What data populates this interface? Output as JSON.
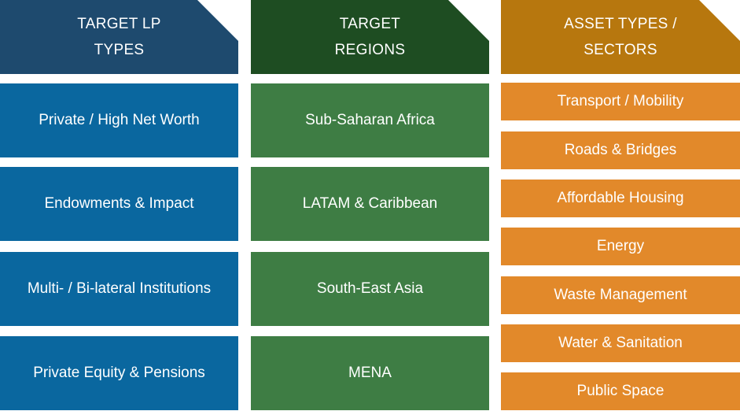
{
  "columns": [
    {
      "header": "TARGET LP\nTYPES",
      "header_color": "#1e4a6e",
      "cell_color": "#0a679f",
      "items": [
        "Private / High Net Worth",
        "Endowments & Impact",
        "Multi- / Bi-lateral Institutions",
        "Private Equity & Pensions"
      ]
    },
    {
      "header": "TARGET\nREGIONS",
      "header_color": "#1e4d22",
      "cell_color": "#3e7d44",
      "items": [
        "Sub-Saharan Africa",
        "LATAM & Caribbean",
        "South-East Asia",
        "MENA"
      ]
    },
    {
      "header": "ASSET TYPES /\nSECTORS",
      "header_color": "#b7770e",
      "cell_color": "#e2892a",
      "items": [
        "Transport / Mobility",
        "Roads & Bridges",
        "Affordable Housing",
        "Energy",
        "Waste Management",
        "Water & Sanitation",
        "Public Space"
      ]
    }
  ]
}
